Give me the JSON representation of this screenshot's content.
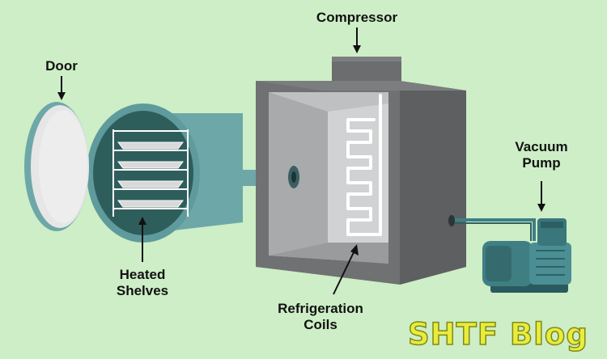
{
  "labels": {
    "compressor": "Compressor",
    "door": "Door",
    "vacuum_pump": [
      "Vacuum",
      "Pump"
    ],
    "heated_shelves": [
      "Heated",
      "Shelves"
    ],
    "refrigeration_coils": [
      "Refrigeration",
      "Coils"
    ]
  },
  "watermark": "SHTF Blog",
  "colors": {
    "background": "#cdeec6",
    "chamber_body": "#707274",
    "chamber_interior": "#c6c7c8",
    "cylinder_teal": "#5f9a9c",
    "door_face": "#e6e6e6",
    "pump_teal": "#3f7f84",
    "watermark_fill": "#e9ec3a"
  }
}
